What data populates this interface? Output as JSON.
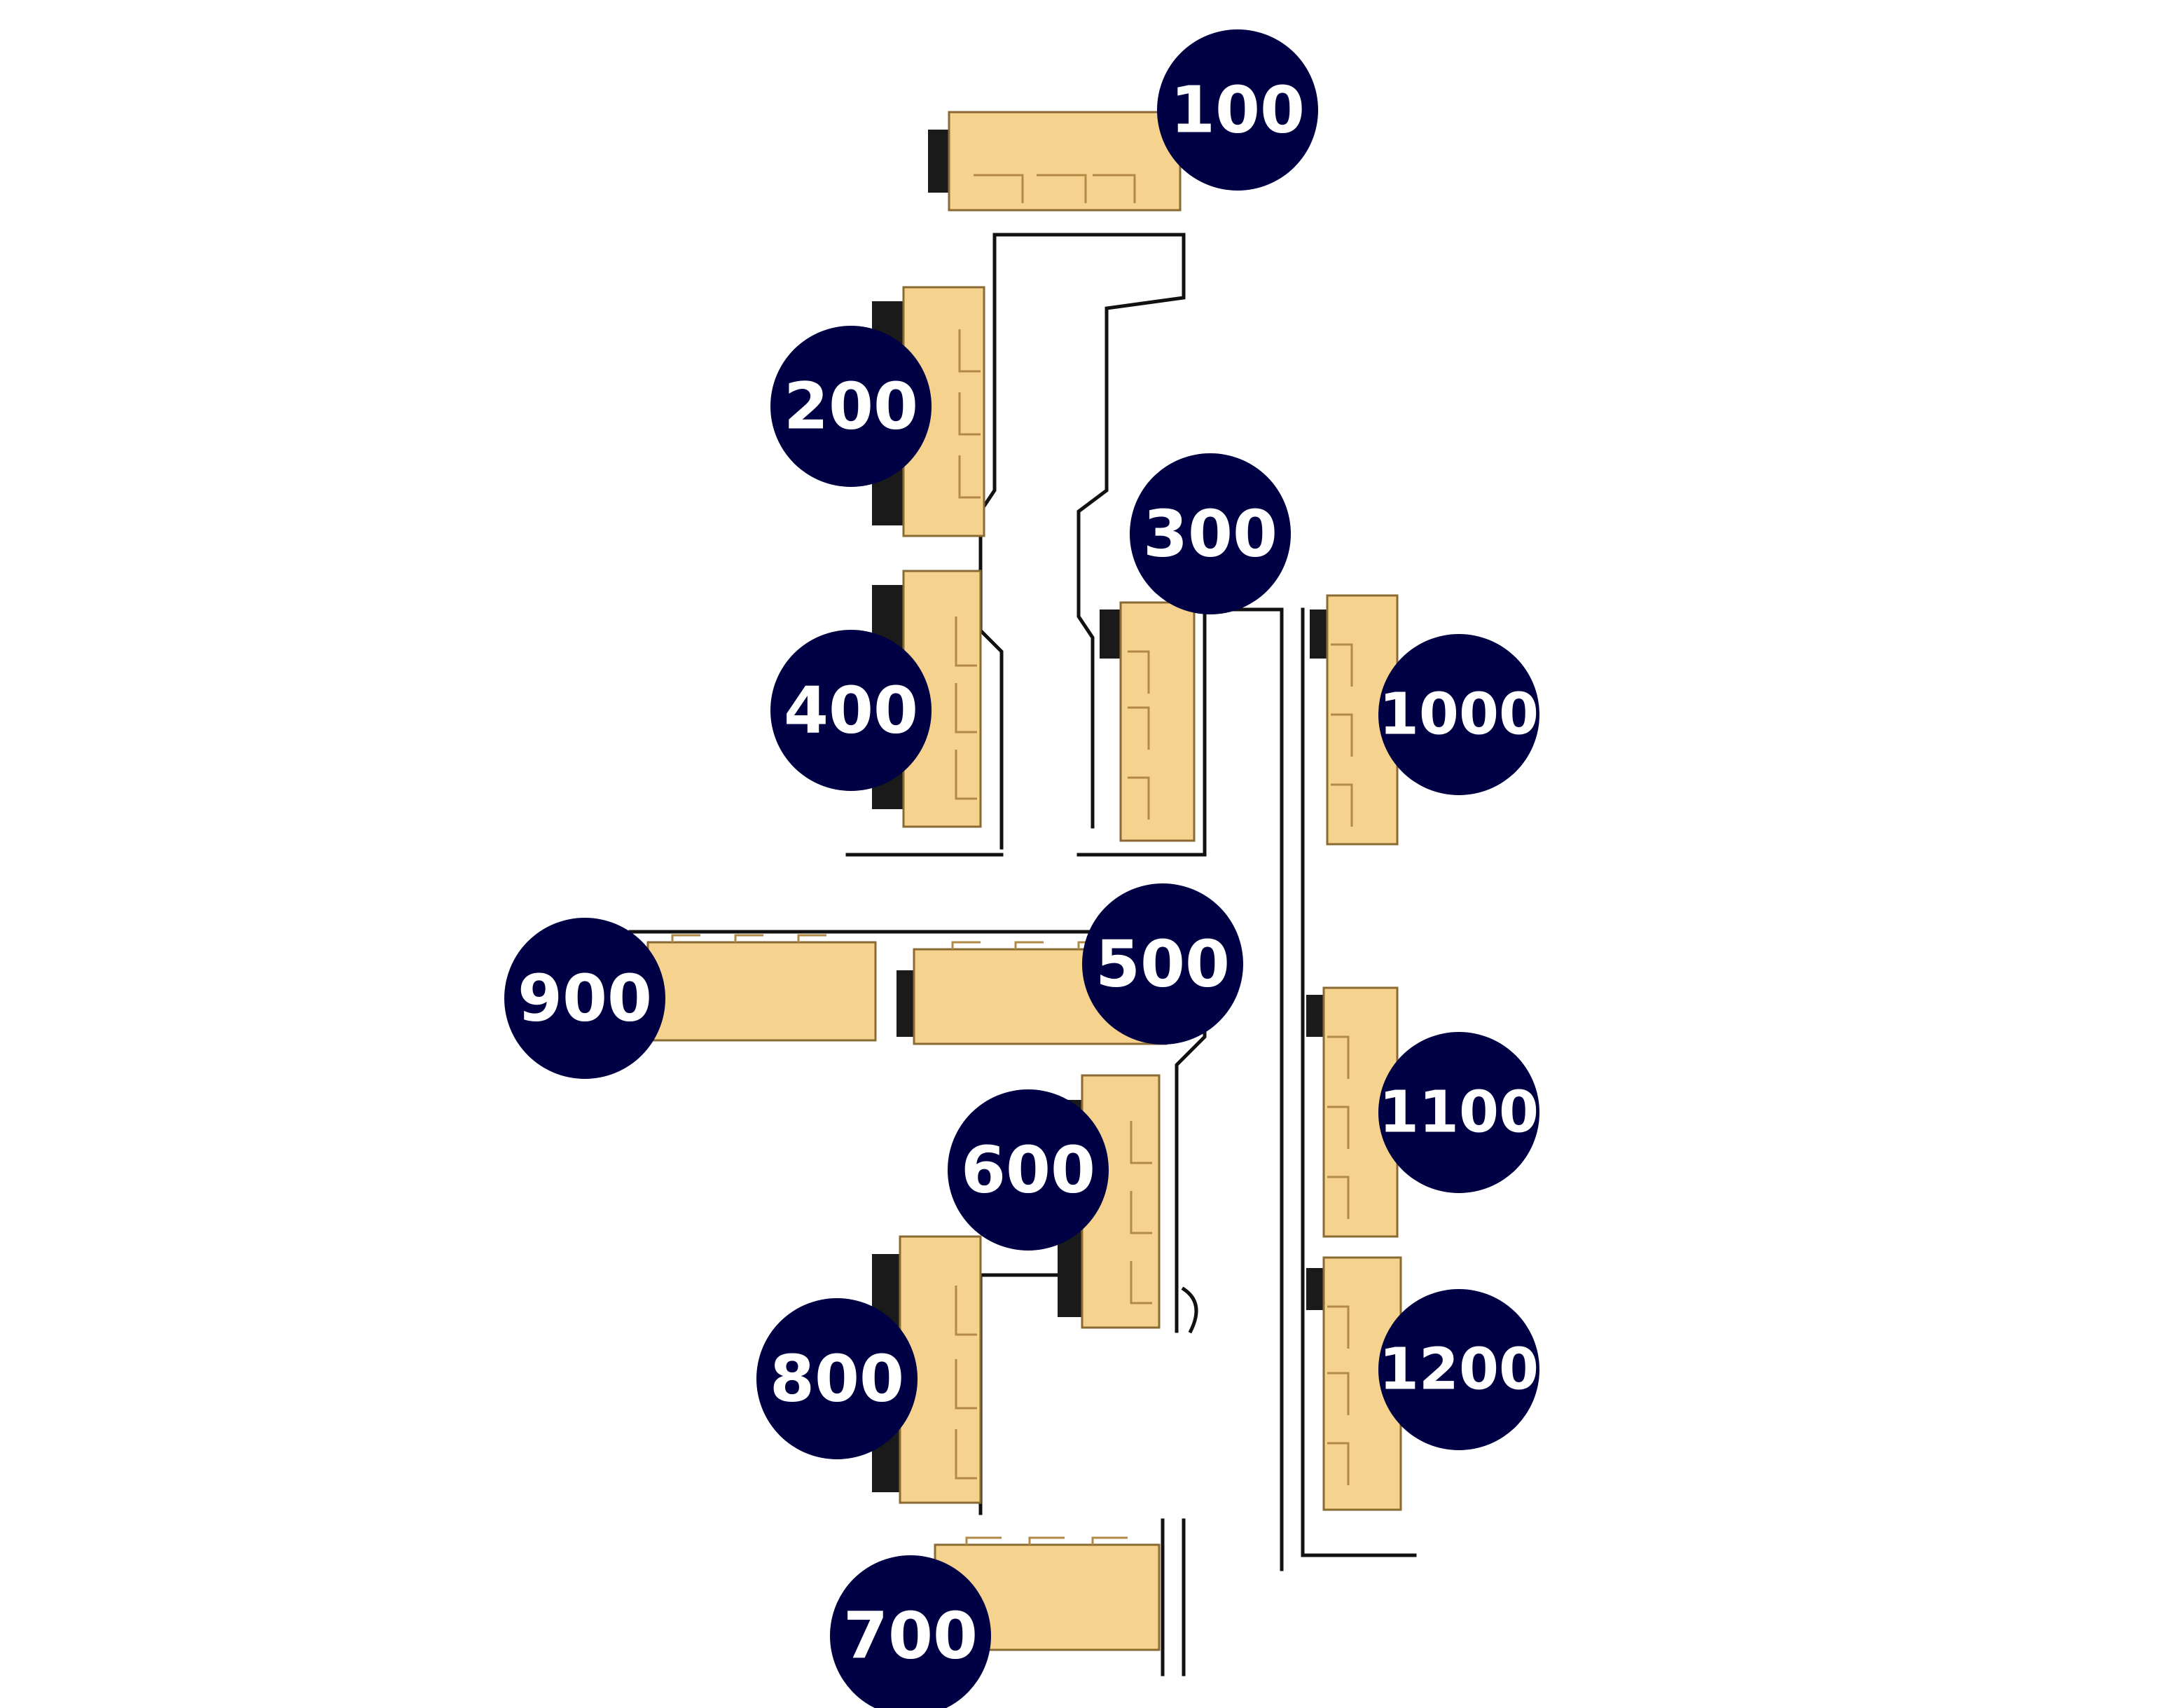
{
  "map": {
    "building_fill_color": "#f5d38e",
    "marker_color": "#000044",
    "marker_text_color": "#ffffff",
    "buildings": [
      {
        "id": "b100",
        "label": "100"
      },
      {
        "id": "b200",
        "label": "200"
      },
      {
        "id": "b300",
        "label": "300"
      },
      {
        "id": "b400",
        "label": "400"
      },
      {
        "id": "b500",
        "label": "500"
      },
      {
        "id": "b600",
        "label": "600"
      },
      {
        "id": "b700",
        "label": "700"
      },
      {
        "id": "b800",
        "label": "800"
      },
      {
        "id": "b900",
        "label": "900"
      },
      {
        "id": "b1000",
        "label": "1000"
      },
      {
        "id": "b1100",
        "label": "1100"
      },
      {
        "id": "b1200",
        "label": "1200"
      }
    ]
  }
}
